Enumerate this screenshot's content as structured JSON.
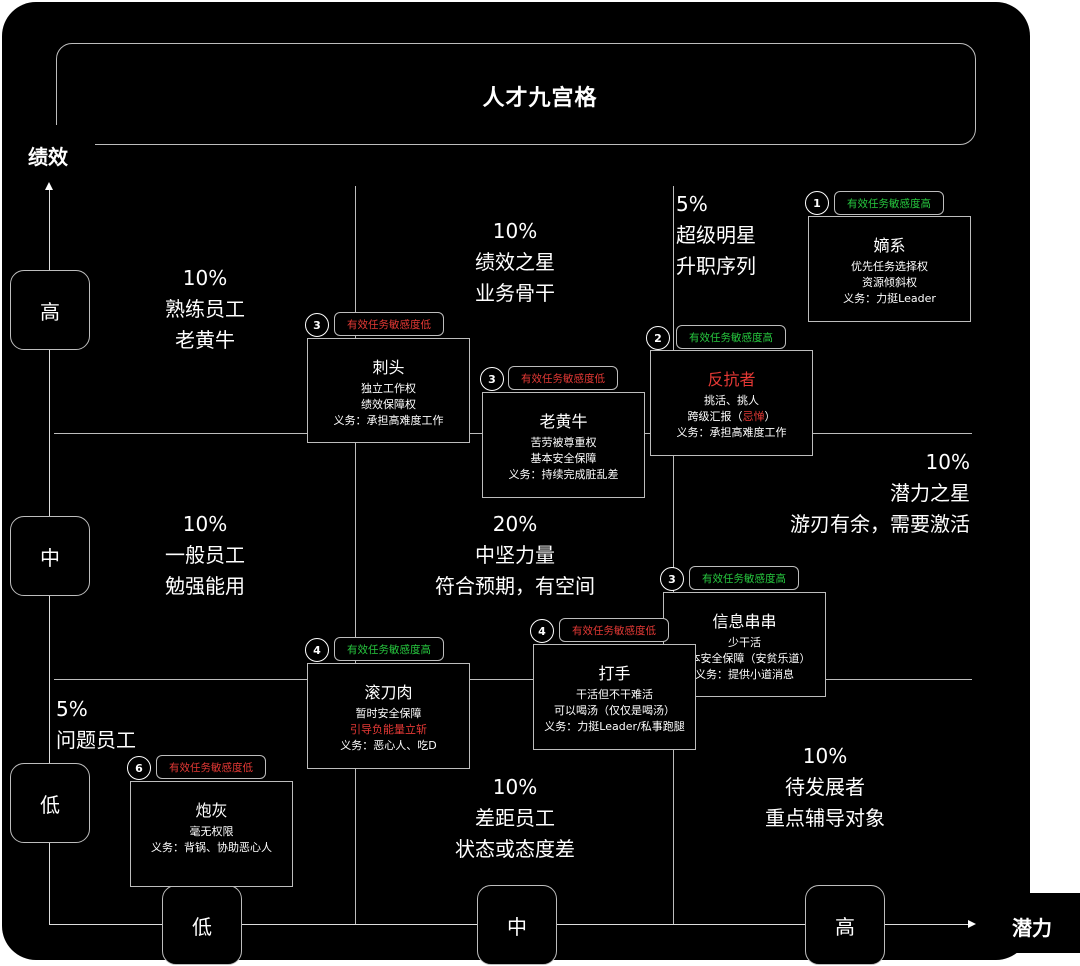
{
  "title": "人才九宫格",
  "axes": {
    "y_label": "绩效",
    "x_label": "潜力",
    "y_ticks": [
      "高",
      "中",
      "低"
    ],
    "x_ticks": [
      "低",
      "中",
      "高"
    ]
  },
  "cells": {
    "high_low": {
      "percent": "10%",
      "line1": "熟练员工",
      "line2": "老黄牛"
    },
    "high_mid": {
      "percent": "10%",
      "line1": "绩效之星",
      "line2": "业务骨干"
    },
    "high_high": {
      "percent": "5%",
      "line1": "超级明星",
      "line2": "升职序列"
    },
    "mid_low": {
      "percent": "10%",
      "line1": "一般员工",
      "line2": "勉强能用"
    },
    "mid_mid": {
      "percent": "20%",
      "line1": "中坚力量",
      "line2": "符合预期，有空间"
    },
    "mid_high": {
      "percent": "10%",
      "line1": "潜力之星",
      "line2": "游刃有余，需要激活"
    },
    "low_low": {
      "percent": "5%",
      "line1": "问题员工"
    },
    "low_mid": {
      "percent": "10%",
      "line1": "差距员工",
      "line2": "状态或态度差"
    },
    "low_high": {
      "percent": "10%",
      "line1": "待发展者",
      "line2": "重点辅导对象"
    }
  },
  "cards": {
    "dixi": {
      "num": "1",
      "tag": "有效任务敏感度高",
      "tag_color": "#27c93f",
      "name": "嫡系",
      "lines": [
        "优先任务选择权",
        "资源倾斜权",
        "义务：力挺Leader"
      ]
    },
    "fankangzhe": {
      "num": "2",
      "tag": "有效任务敏感度高",
      "tag_color": "#27c93f",
      "name": "反抗者",
      "name_color": "#e53935",
      "lines": [
        "挑活、挑人",
        "跨级汇报（",
        "忌惮",
        "）",
        "义务：承担高难度工作"
      ]
    },
    "citou": {
      "num": "3",
      "tag": "有效任务敏感度低",
      "tag_color": "#e53935",
      "name": "刺头",
      "lines": [
        "独立工作权",
        "绩效保障权",
        "义务：承担高难度工作"
      ]
    },
    "laohuangniu": {
      "num": "3",
      "tag": "有效任务敏感度低",
      "tag_color": "#e53935",
      "name": "老黄牛",
      "lines": [
        "苦劳被尊重权",
        "基本安全保障",
        "义务：持续完成脏乱差"
      ]
    },
    "xinxi": {
      "num": "3",
      "tag": "有效任务敏感度高",
      "tag_color": "#27c93f",
      "name": "信息串串",
      "lines": [
        "少干活",
        "基本安全保障（安贫乐道）",
        "义务：提供小道消息"
      ]
    },
    "dashou": {
      "num": "4",
      "tag": "有效任务敏感度低",
      "tag_color": "#e53935",
      "name": "打手",
      "lines": [
        "干活但不干难活",
        "可以喝汤（仅仅是喝汤）",
        "义务：力挺Leader/私事跑腿"
      ]
    },
    "gundaorou": {
      "num": "4",
      "tag": "有效任务敏感度高",
      "tag_color": "#27c93f",
      "name": "滚刀肉",
      "lines": [
        "暂时安全保障",
        "引导负能量立斩",
        "义务：恶心人、吃D"
      ]
    },
    "paohui": {
      "num": "6",
      "tag": "有效任务敏感度低",
      "tag_color": "#e53935",
      "name": "炮灰",
      "lines": [
        "毫无权限",
        "义务：背锅、协助恶心人"
      ]
    }
  }
}
